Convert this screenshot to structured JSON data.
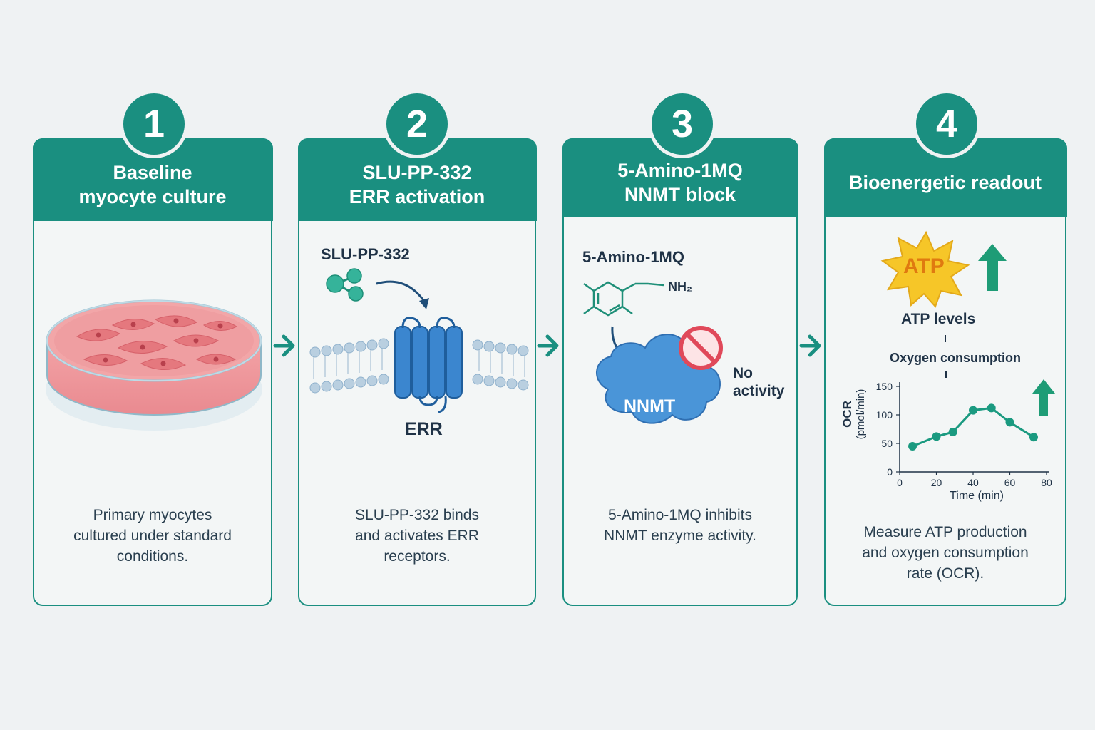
{
  "steps": [
    {
      "number": "1",
      "title_lines": [
        "Baseline",
        "myocyte culture"
      ],
      "caption_lines": [
        "Primary myocytes",
        "cultured under standard",
        "conditions."
      ]
    },
    {
      "number": "2",
      "title_lines": [
        "SLU-PP-332",
        "ERR activation"
      ],
      "compound_label": "SLU-PP-332",
      "receptor_label": "ERR",
      "caption_lines": [
        "SLU-PP-332 binds",
        "and activates ERR",
        "receptors."
      ]
    },
    {
      "number": "3",
      "title_lines": [
        "5-Amino-1MQ",
        "NNMT block"
      ],
      "compound_label": "5-Amino-1MQ",
      "amine_label": "NH₂",
      "enzyme_label": "NNMT",
      "no_activity_lines": [
        "No",
        "activity"
      ],
      "caption_lines": [
        "5-Amino-1MQ inhibits",
        "NNMT enzyme activity."
      ]
    },
    {
      "number": "4",
      "title_lines": [
        "Bioenergetic readout"
      ],
      "atp_badge": "ATP",
      "atp_label": "ATP levels",
      "caption_lines": [
        "Measure ATP production",
        "and oxygen consumption",
        "rate (OCR)."
      ]
    }
  ],
  "chart_data": {
    "type": "line",
    "title": "Oxygen consumption",
    "xlabel": "Time (min)",
    "ylabel_lines": [
      "OCR",
      "(pmol/min)"
    ],
    "xlim": [
      0,
      80
    ],
    "ylim": [
      0,
      150
    ],
    "xticks": [
      0,
      20,
      40,
      60,
      80
    ],
    "yticks": [
      0,
      50,
      100,
      150
    ],
    "x": [
      7,
      20,
      29,
      40,
      50,
      60,
      73
    ],
    "y": [
      45,
      62,
      70,
      108,
      112,
      87,
      61
    ],
    "trend": "up"
  },
  "colors": {
    "teal": "#1a8f80",
    "arrow_up": "#1e9c76",
    "receptor": "#3b86cf",
    "enzyme": "#4a95d8",
    "inhibit": "#e0495a",
    "atp_star": "#f6c628",
    "atp_text": "#e07a10"
  }
}
